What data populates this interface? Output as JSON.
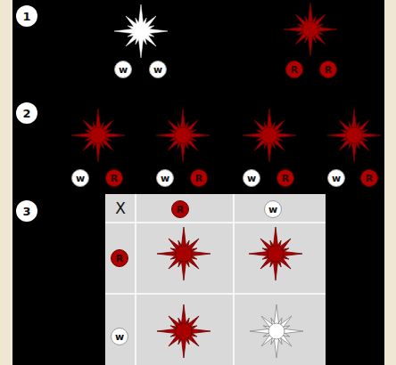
{
  "diagram": {
    "nodes": [
      {
        "text": [
          "1"
        ]
      },
      {
        "text": [
          "w"
        ]
      },
      {
        "text": [
          "w"
        ]
      },
      {
        "text": [
          "R"
        ]
      },
      {
        "text": [
          "R"
        ]
      },
      {
        "text": [
          "2"
        ]
      },
      {
        "text": [
          "w"
        ]
      },
      {
        "text": [
          "R"
        ]
      },
      {
        "text": [
          "w"
        ]
      },
      {
        "text": [
          "R"
        ]
      },
      {
        "text": [
          "w"
        ]
      },
      {
        "text": [
          "R"
        ]
      },
      {
        "text": [
          "w"
        ]
      },
      {
        "text": [
          "R"
        ]
      },
      {
        "text": [
          "3"
        ]
      },
      {
        "text": [
          "R"
        ]
      },
      {
        "text": [
          "w"
        ]
      },
      {
        "text": [
          "R"
        ]
      },
      {
        "text": [
          "w"
        ]
      }
    ],
    "labels": [
      "X"
    ]
  }
}
